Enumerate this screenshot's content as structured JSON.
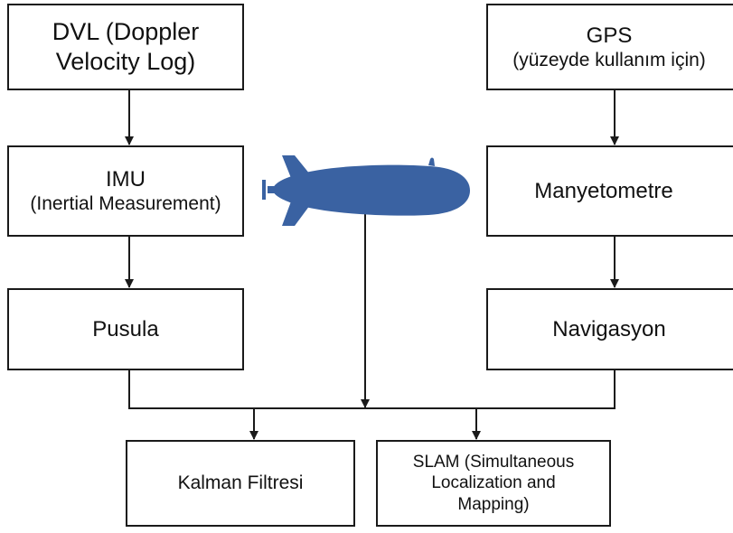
{
  "diagram": {
    "boxes": {
      "dvl": {
        "line1": "DVL (Doppler",
        "line2": "Velocity Log)"
      },
      "imu": {
        "line1": "IMU",
        "line2": "(Inertial Measurement)"
      },
      "pusula": {
        "label": "Pusula"
      },
      "gps": {
        "line1": "GPS",
        "line2": "(yüzeyde kullanım için)"
      },
      "manyetometre": {
        "label": "Manyetometre"
      },
      "navigasyon": {
        "label": "Navigasyon"
      },
      "kalman": {
        "label": "Kalman Filtresi"
      },
      "slam": {
        "line1": "SLAM (Simultaneous",
        "line2": "Localization and",
        "line3": "Mapping)"
      }
    },
    "vehicle_icon": "auv-submarine-icon",
    "colors": {
      "vehicle": "#3a62a2",
      "lines": "#1a1a1a",
      "box_border": "#1a1a1a",
      "background": "#ffffff"
    }
  }
}
